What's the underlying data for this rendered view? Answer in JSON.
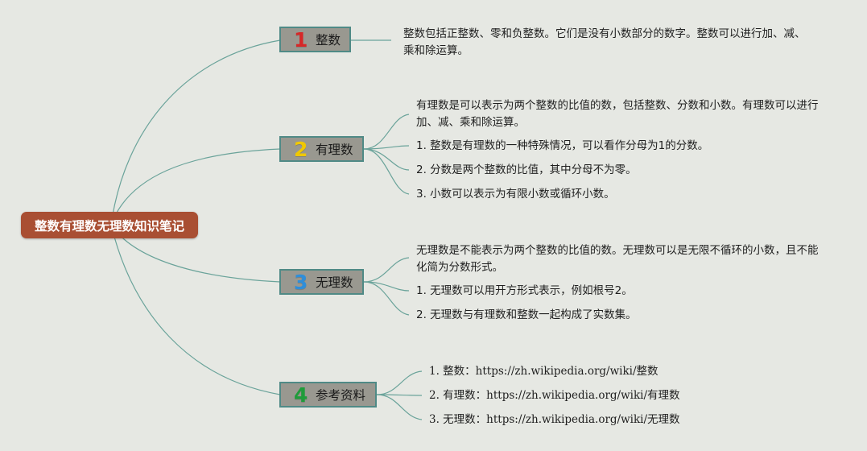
{
  "root": {
    "title": "整数有理数无理数知识笔记"
  },
  "colors": {
    "root_bg": "#a94f33",
    "branch_bg": "#999890",
    "branch_border": "#4f8a86",
    "connector": "#6aa39a",
    "num1": "#d62828",
    "num2": "#f0c800",
    "num3": "#2f8ed9",
    "num4": "#1f9c3a"
  },
  "branches": [
    {
      "number": "1",
      "label": "整数",
      "notes": [
        "整数包括正整数、零和负整数。它们是没有小数部分的数字。整数可以进行加、减、乘和除运算。"
      ]
    },
    {
      "number": "2",
      "label": "有理数",
      "notes": [
        "有理数是可以表示为两个整数的比值的数，包括整数、分数和小数。有理数可以进行加、减、乘和除运算。",
        "1. 整数是有理数的一种特殊情况，可以看作分母为1的分数。",
        "2. 分数是两个整数的比值，其中分母不为零。",
        "3. 小数可以表示为有限小数或循环小数。"
      ]
    },
    {
      "number": "3",
      "label": "无理数",
      "notes": [
        "无理数是不能表示为两个整数的比值的数。无理数可以是无限不循环的小数，且不能化简为分数形式。",
        "1. 无理数可以用开方形式表示，例如根号2。",
        "2. 无理数与有理数和整数一起构成了实数集。"
      ]
    },
    {
      "number": "4",
      "label": "参考资料",
      "notes": [
        "1. 整数：https://zh.wikipedia.org/wiki/整数",
        "2. 有理数：https://zh.wikipedia.org/wiki/有理数",
        "3. 无理数：https://zh.wikipedia.org/wiki/无理数"
      ]
    }
  ]
}
